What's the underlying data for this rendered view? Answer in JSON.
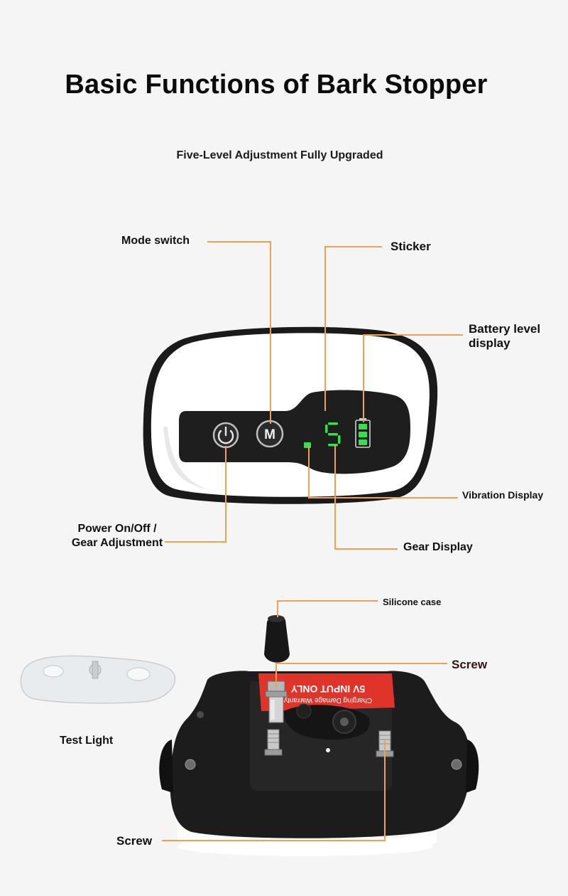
{
  "title": "Basic Functions of Bark Stopper",
  "subtitle": "Five-Level Adjustment Fully Upgraded",
  "callouts": {
    "mode_switch": "Mode switch",
    "sticker": "Sticker",
    "battery_level": "Battery level display",
    "vibration_display": "Vibration Display",
    "gear_display": "Gear Display",
    "power": "Power On/Off / Gear Adjustment",
    "silicone_case": "Silicone case",
    "screw_top": "Screw",
    "test_light": "Test Light",
    "screw_bottom": "Screw"
  },
  "device": {
    "mode_button_glyph": "M",
    "gear_digit": "5",
    "sticker_text_line1": "5V INPUT ONLY",
    "sticker_text_line2": "Charging Damage Warranty"
  },
  "colors": {
    "leader_line": "#f0a050",
    "led_green": "#35e04a",
    "sticker_red": "#e0342a",
    "shell_black": "#1c1c1c",
    "shell_white": "#ffffff"
  }
}
